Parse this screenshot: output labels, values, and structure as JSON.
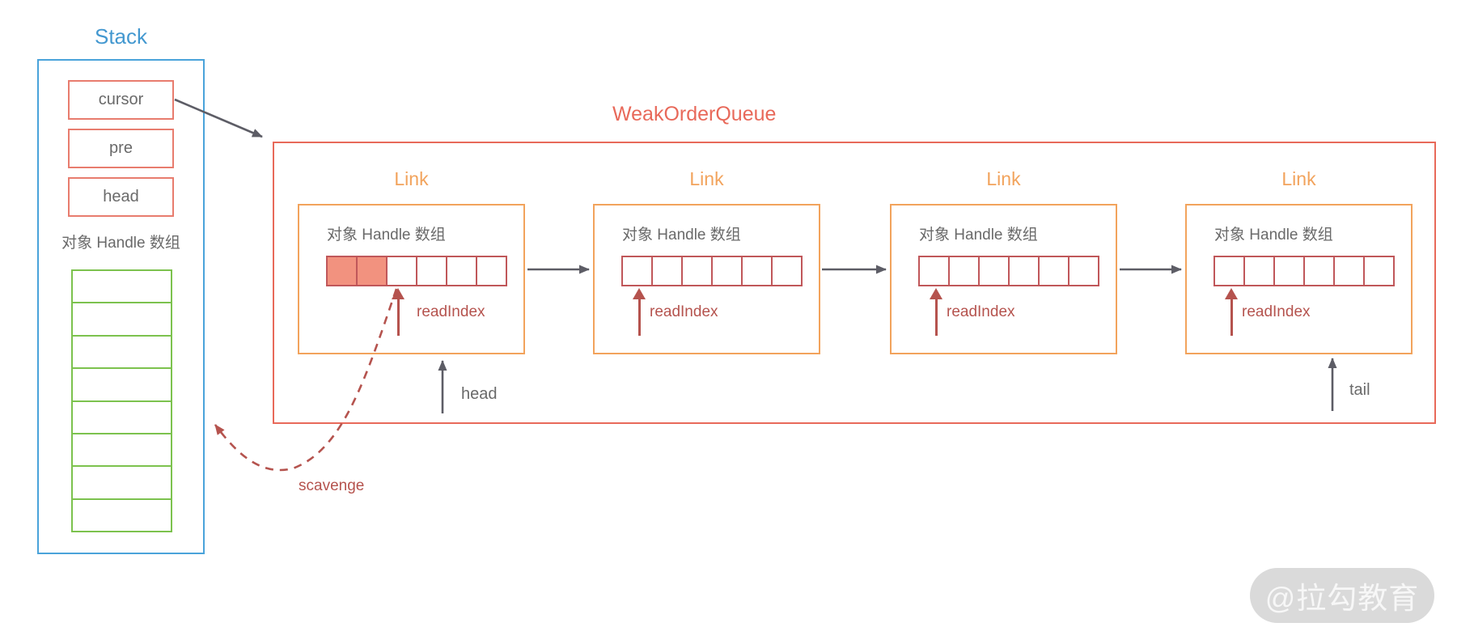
{
  "stack": {
    "title": "Stack",
    "fields": [
      {
        "label": "cursor"
      },
      {
        "label": "pre"
      },
      {
        "label": "head"
      }
    ],
    "array_label": "对象 Handle 数组",
    "array_cell_count": 8
  },
  "queue": {
    "title": "WeakOrderQueue",
    "links": [
      {
        "label": "Link",
        "array_label": "对象 Handle 数组",
        "cell_count": 6,
        "filled_count": 2,
        "read_index_label": "readIndex"
      },
      {
        "label": "Link",
        "array_label": "对象 Handle 数组",
        "cell_count": 6,
        "filled_count": 0,
        "read_index_label": "readIndex"
      },
      {
        "label": "Link",
        "array_label": "对象 Handle 数组",
        "cell_count": 6,
        "filled_count": 0,
        "read_index_label": "readIndex"
      },
      {
        "label": "Link",
        "array_label": "对象 Handle 数组",
        "cell_count": 6,
        "filled_count": 0,
        "read_index_label": "readIndex"
      }
    ],
    "head_pointer_label": "head",
    "tail_pointer_label": "tail"
  },
  "scavenge_label": "scavenge",
  "watermark": "@拉勾教育",
  "colors": {
    "stack_blue": "#4398d0",
    "stack_border_blue": "#4aa3da",
    "field_border_red": "#e87c6e",
    "stack_array_green": "#7cc24e",
    "queue_red": "#e8695a",
    "link_orange": "#f2a35c",
    "cell_border_red": "#c0575a",
    "cell_fill_salmon": "#f2927f",
    "read_index_red": "#b5534e",
    "arrow_gray": "#5d5d66",
    "text_gray": "#6a6a6a"
  }
}
